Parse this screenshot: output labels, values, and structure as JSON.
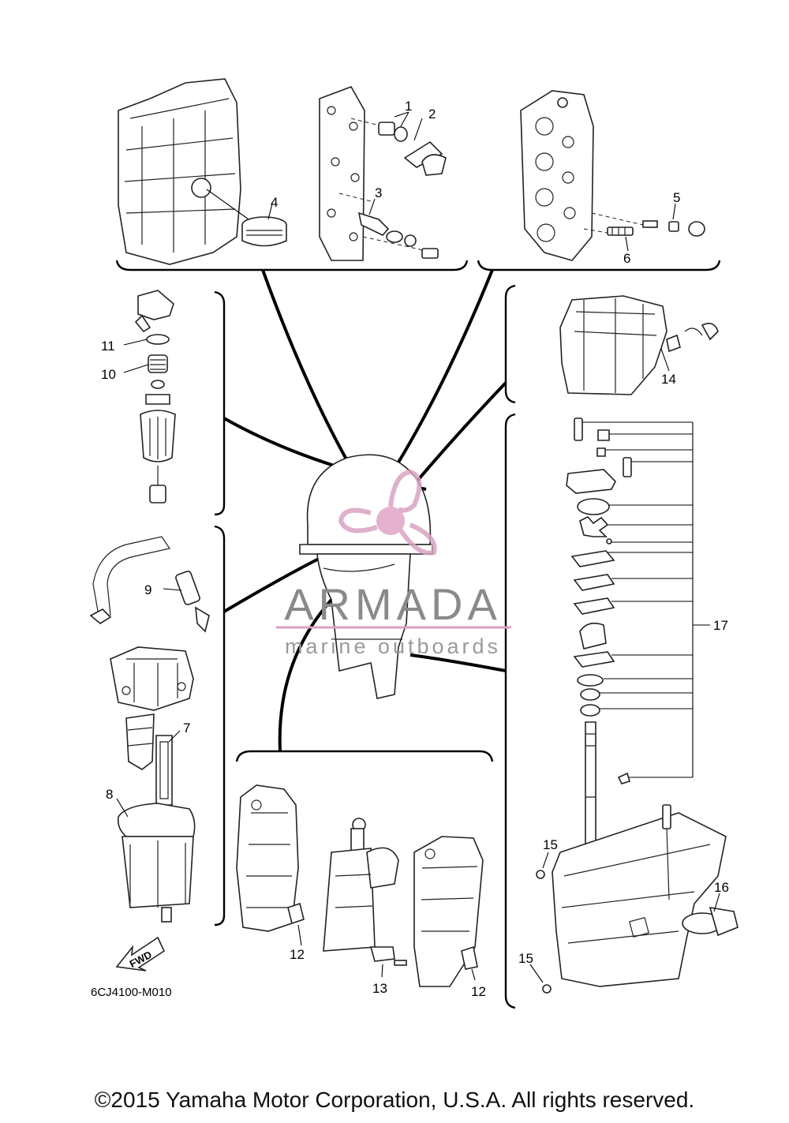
{
  "callouts": {
    "c1": "1",
    "c2": "2",
    "c3": "3",
    "c4": "4",
    "c5": "5",
    "c6": "6",
    "c7": "7",
    "c8": "8",
    "c9": "9",
    "c10": "10",
    "c11": "11",
    "c12a": "12",
    "c12b": "12",
    "c13": "13",
    "c14": "14",
    "c15a": "15",
    "c15b": "15",
    "c16": "16",
    "c17": "17"
  },
  "fwd_label": "FWD",
  "diagram_code": "6CJ4100-M010",
  "watermark": {
    "name": "ARMADA",
    "tagline": "marine outboards",
    "color": "#d9a3c2"
  },
  "copyright": "©2015 Yamaha Motor Corporation, U.S.A. All rights reserved."
}
